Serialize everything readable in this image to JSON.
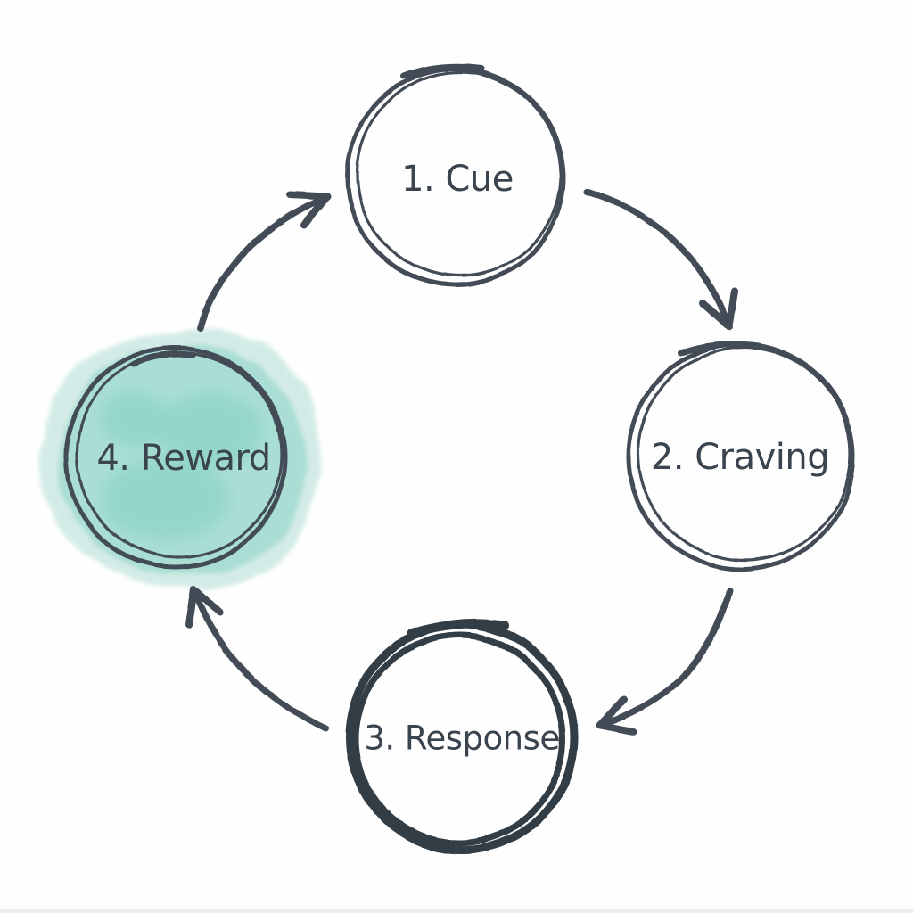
{
  "diagram": {
    "nodes": [
      {
        "id": "cue",
        "label": "1. Cue",
        "highlighted": false
      },
      {
        "id": "craving",
        "label": "2. Craving",
        "highlighted": false
      },
      {
        "id": "response",
        "label": "3. Response",
        "highlighted": false
      },
      {
        "id": "reward",
        "label": "4. Reward",
        "highlighted": true
      }
    ],
    "flow": [
      {
        "from": "cue",
        "to": "craving"
      },
      {
        "from": "craving",
        "to": "response"
      },
      {
        "from": "response",
        "to": "reward"
      },
      {
        "from": "reward",
        "to": "cue"
      }
    ]
  },
  "colors": {
    "background": "#fefefe",
    "ink": "#424c56",
    "ink_dark": "#333c44",
    "text": "#3a444e",
    "watercolor_light": "#cfeae4",
    "watercolor_mid": "#a4dcd2",
    "watercolor_deep": "#83d0c3"
  }
}
